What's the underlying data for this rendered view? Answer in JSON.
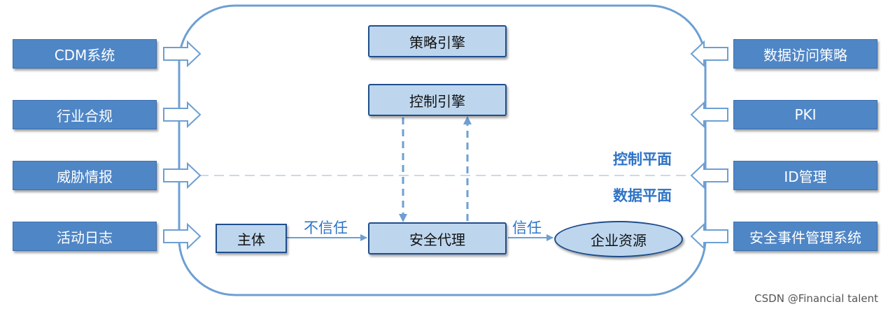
{
  "left_inputs": [
    "CDM系统",
    "行业合规",
    "威胁情报",
    "活动日志"
  ],
  "right_inputs": [
    "数据访问策略",
    "PKI",
    "ID管理",
    "安全事件管理系统"
  ],
  "center": {
    "policy_engine": "策略引擎",
    "control_engine": "控制引擎",
    "control_plane": "控制平面",
    "data_plane": "数据平面",
    "subject": "主体",
    "untrusted": "不信任",
    "proxy": "安全代理",
    "trusted": "信任",
    "enterprise_resource": "企业资源"
  },
  "watermark": "CSDN @Financial talent",
  "colors": {
    "side_box": "#4f86c6",
    "engine_fill": "#bdd6ee",
    "border": "#1f4e8c",
    "accent_text": "#2e74c6",
    "arrow": "#6d9fd3"
  }
}
